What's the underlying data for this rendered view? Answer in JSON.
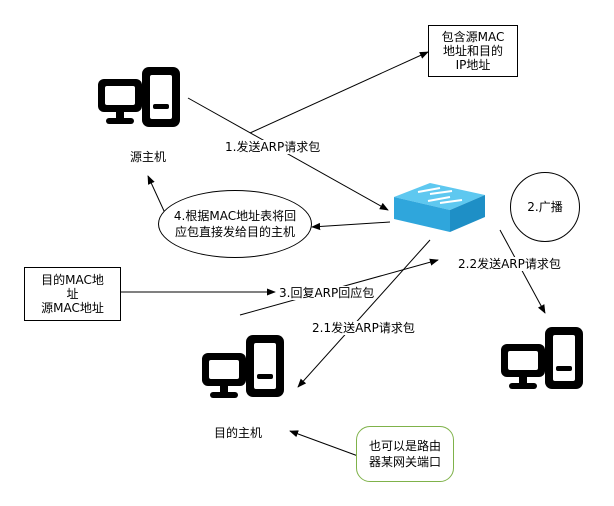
{
  "hosts": {
    "source": "源主机",
    "target": "目的主机"
  },
  "boxes": {
    "src_info": [
      "包含源MAC",
      "地址和目的",
      "IP地址"
    ],
    "reply_info": [
      "目的MAC地",
      "址",
      "源MAC地址"
    ]
  },
  "edges": {
    "send_request": "1.发送ARP请求包",
    "forward_direct": [
      "4.根据MAC地址表将回",
      "应包直接发给目的主机"
    ],
    "broadcast": "2.广播",
    "send_request_2_2": "2.2发送ARP请求包",
    "reply": "3.回复ARP回应包",
    "send_request_2_1": "2.1发送ARP请求包"
  },
  "note": [
    "也可以是路由",
    "器某网关端口"
  ],
  "colors": {
    "switch_top": "#5ec8f0",
    "switch_side": "#1e8fc6",
    "note_border": "#7fb24a"
  }
}
